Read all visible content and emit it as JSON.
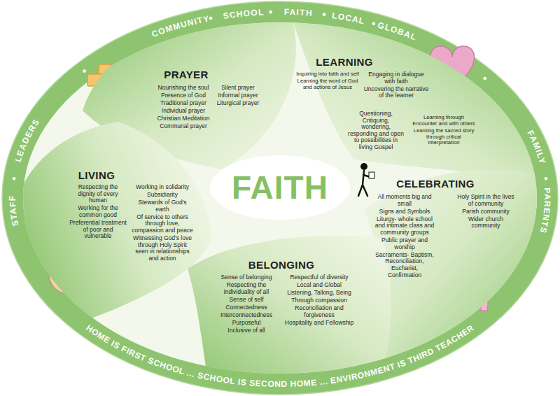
{
  "diagram": {
    "nodes": [
      {
        "text": [
          "PRAYER",
          "Nourishing the soul",
          "Presence of God",
          "Traditional prayer",
          "Individual prayer",
          "Christian Meditation",
          "Communal prayer",
          "Silent prayer",
          "Informal prayer",
          "Liturgical prayer"
        ]
      },
      {
        "text": [
          "LEARNING",
          "Inquiring into faith and self",
          "Engaging in dialogue with faith",
          "Learning the word of God and actions of Jesus",
          "Uncovering the narrative of the learner",
          "Questioning, Critiquing, wondering, responding and open to possibilities in living Gospel",
          "Learning through Encounter and with others",
          "Learning the sacred story through critical interpretation"
        ]
      },
      {
        "text": [
          "LIVING",
          "Respecting the dignity of every human",
          "Working for the common good",
          "Preferential treatment of poor and vulnerable",
          "Working in solidarity",
          "Subsidiarity",
          "Stewards of God's earth",
          "Of service to others through love, compassion and peace",
          "Witnessing God's love through Holy Spirit seen in relationships and action"
        ]
      },
      {
        "text": [
          "FAITH"
        ]
      },
      {
        "text": [
          "CELEBRATING",
          "All moments big and small",
          "Signs and Symbols",
          "Liturgy- whole school and intimate class and community groups",
          "Public prayer and worship",
          "Sacraments- Baptism, Reconciliation, Eucharist, Confirmation",
          "Holy Spirit in the lives of community",
          "Parish community",
          "Wider church community"
        ]
      },
      {
        "text": [
          "BELONGING",
          "Sense of belonging",
          "Respecting the individuality of all",
          "Sense of self",
          "Connectedness",
          "Interconnectedness",
          "Purposeful",
          "Inclusive of all",
          "Respectful of diversity",
          "Local and Global",
          "Listening, Talking, Being",
          "Through compassion",
          "Reconciliation and forgiveness",
          "Hospitality and Fellowship"
        ]
      }
    ],
    "labels": [
      "COMMUNITY",
      "SCHOOL",
      "FAITH",
      "LOCAL",
      "GLOBAL",
      "FAMILY",
      "PARENTS",
      "LEADERS",
      "STAFF",
      "HOME IS FIRST SCHOOL ... SCHOOL IS SECOND HOME ... ENVIRONMENT IS THIRD TEACHER"
    ]
  }
}
